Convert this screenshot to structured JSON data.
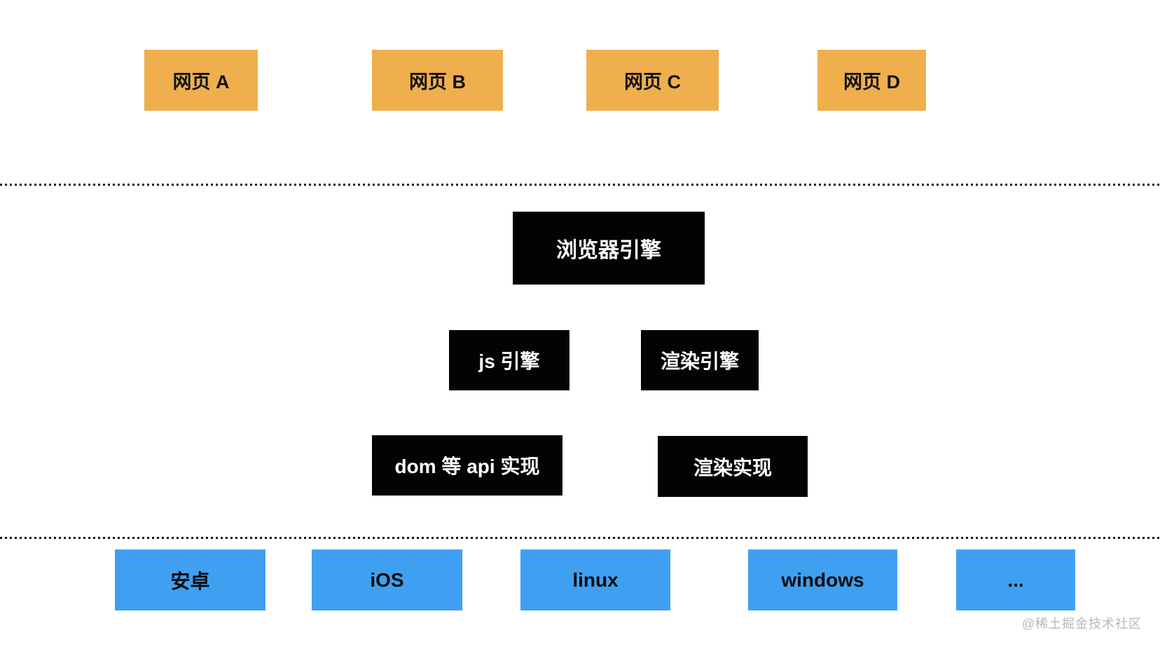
{
  "diagram": {
    "webpages": [
      {
        "label": "网页 A"
      },
      {
        "label": "网页 B"
      },
      {
        "label": "网页 C"
      },
      {
        "label": "网页 D"
      }
    ],
    "browser_engine": {
      "label": "浏览器引擎"
    },
    "engines": [
      {
        "label": "js 引擎"
      },
      {
        "label": "渲染引擎"
      }
    ],
    "implementations": [
      {
        "label": "dom 等 api 实现"
      },
      {
        "label": "渲染实现"
      }
    ],
    "platforms": [
      {
        "label": "安卓"
      },
      {
        "label": "iOS"
      },
      {
        "label": "linux"
      },
      {
        "label": "windows"
      },
      {
        "label": "..."
      }
    ],
    "watermark": "@稀土掘金技术社区",
    "colors": {
      "webpage_box": "#EFAF4D",
      "engine_box": "#030303",
      "platform_box": "#3FA0F1",
      "divider": "#111111",
      "watermark_text": "#B8B8B8"
    }
  }
}
